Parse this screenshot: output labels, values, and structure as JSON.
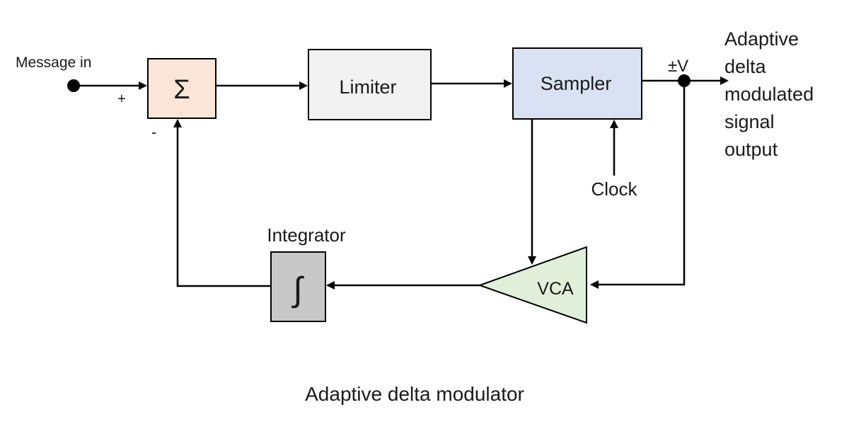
{
  "labels": {
    "message_in": "Message in",
    "plus": "+",
    "minus": "-",
    "sum_symbol": "Σ",
    "limiter": "Limiter",
    "sampler": "Sampler",
    "clock": "Clock",
    "pm_v": "±V",
    "output_lines": [
      "Adaptive",
      "delta",
      "modulated",
      "signal",
      "output"
    ],
    "integrator": "Integrator",
    "integral_symbol": "∫",
    "vca": "VCA",
    "caption": "Adaptive delta modulator"
  },
  "colors": {
    "summer_fill": "#fae5d8",
    "limiter_fill": "#f2f2f2",
    "sampler_fill": "#d9e2f2",
    "vca_fill": "#e1efd9",
    "integrator_fill": "#c8c8c8",
    "line": "#000000"
  }
}
